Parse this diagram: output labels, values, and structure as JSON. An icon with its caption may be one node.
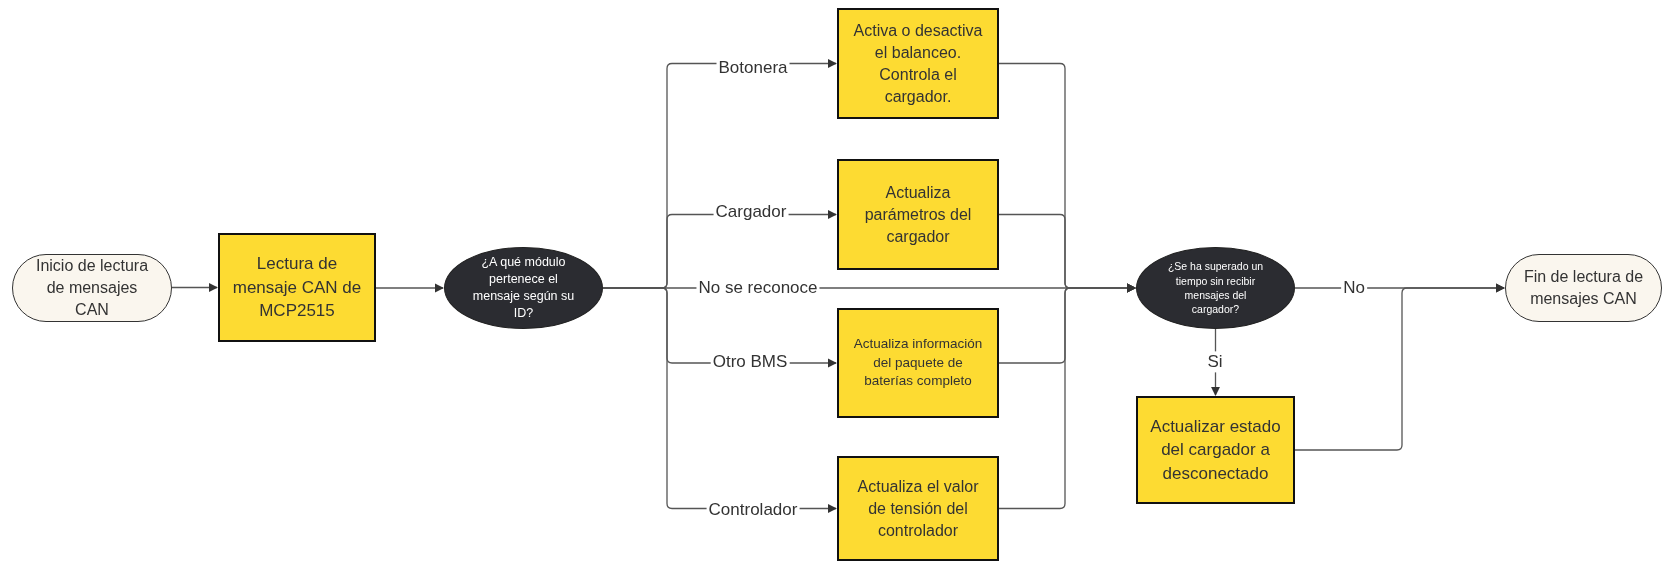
{
  "diagram": {
    "nodes": [
      {
        "text": [
          "Inicio de lectura de mensajes CAN"
        ]
      },
      {
        "text": [
          "Lectura de mensaje CAN de MCP2515"
        ]
      },
      {
        "text": [
          "¿A qué módulo pertenece el mensaje según su ID?"
        ]
      },
      {
        "text": [
          "Activa o desactiva el balanceo. Controla el cargador."
        ]
      },
      {
        "text": [
          "Actualiza parámetros del cargador"
        ]
      },
      {
        "text": [
          "Actualiza información del paquete de baterías completo"
        ]
      },
      {
        "text": [
          "Actualiza el valor de tensión del controlador"
        ]
      },
      {
        "text": [
          "¿Se ha superado un tiempo sin recibir mensajes del cargador?"
        ]
      },
      {
        "text": [
          "Actualizar estado del cargador a desconectado"
        ]
      },
      {
        "text": [
          "Fin de lectura de mensajes CAN"
        ]
      }
    ],
    "edges": [
      {
        "from": 0,
        "to": 1,
        "arrow": "to"
      },
      {
        "from": 1,
        "to": 2,
        "arrow": "to"
      },
      {
        "from": 2,
        "to": 3,
        "arrow": "to",
        "label": "Botonera"
      },
      {
        "from": 2,
        "to": 4,
        "arrow": "to",
        "label": "Cargador"
      },
      {
        "from": 2,
        "to": 5,
        "arrow": "to",
        "label": "Otro BMS"
      },
      {
        "from": 2,
        "to": 6,
        "arrow": "to",
        "label": "Controlador"
      },
      {
        "from": 2,
        "to": 7,
        "arrow": "to",
        "label": "No se reconoce"
      },
      {
        "from": 3,
        "to": 7,
        "arrow": "to"
      },
      {
        "from": 4,
        "to": 7,
        "arrow": "to"
      },
      {
        "from": 5,
        "to": 7,
        "arrow": "to"
      },
      {
        "from": 6,
        "to": 7,
        "arrow": "to"
      },
      {
        "from": 7,
        "to": 9,
        "arrow": "to",
        "label": "No"
      },
      {
        "from": 7,
        "to": 8,
        "arrow": "to",
        "label": "Si"
      },
      {
        "from": 8,
        "to": 9,
        "arrow": "to"
      }
    ]
  }
}
